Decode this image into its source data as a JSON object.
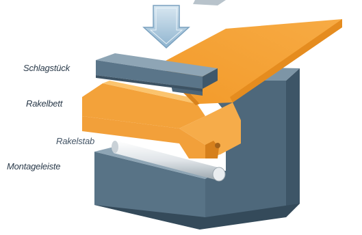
{
  "labels": {
    "schlagstueck": "Schlagstück",
    "rakelbett": "Rakelbett",
    "rakelstab": "Rakelstab",
    "montageleiste": "Montageleiste"
  },
  "colors": {
    "steel_front": "#577184",
    "steel_side": "#3f586b",
    "steel_top": "#8aa2b2",
    "orange_front": "#f5a032",
    "orange_top": "#f7b24d",
    "orange_dark": "#d9861e",
    "arrow": "#a9c9de",
    "rod": "#d7dde2"
  },
  "icons": {
    "arrow": "down-arrow-icon"
  }
}
